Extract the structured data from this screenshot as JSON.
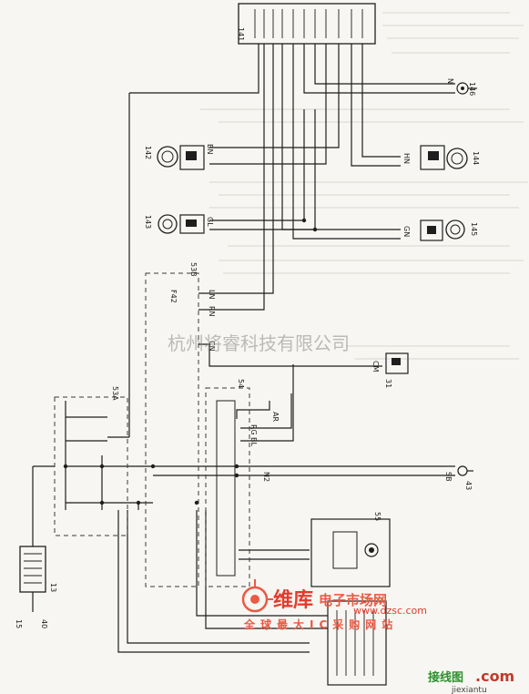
{
  "components": {
    "c13": "13",
    "c15": "15",
    "c40": "40",
    "c31": "31",
    "c43": "43",
    "c55": "55",
    "c141": "141",
    "c142": "142",
    "c143": "143",
    "c144": "144",
    "c145": "145",
    "c146": "146"
  },
  "blocks": {
    "b53a": "53A",
    "b53b": "53B",
    "b54": "54",
    "bF42": "F42"
  },
  "wire_codes": {
    "ln": "LN",
    "rn": "RN",
    "bn": "BN",
    "hn": "HN",
    "gn": "GN",
    "nl": "N",
    "gl": "GL",
    "cm": "CM",
    "cn": "CN",
    "rg": "RG",
    "ar": "AR",
    "bl": "BL",
    "ns": "N2",
    "sb": "SB"
  },
  "watermark": {
    "company": "杭州将睿科技有限公司"
  },
  "branding": {
    "name": "维库",
    "market": "电子市场网",
    "slogan": "全球最大IC采购网站",
    "url": "www.dzsc.com",
    "corner_name": "接线图",
    "corner_com": ".com",
    "corner_site": "jiexiantu"
  },
  "colors": {
    "line": "#1e1e1e",
    "dash": "#3a3a3a",
    "brand_red": "#e23b2e",
    "corner_green": "#2f8f2f",
    "watermark_gray": "#8a8a8a",
    "paper": "#f7f6f2"
  }
}
